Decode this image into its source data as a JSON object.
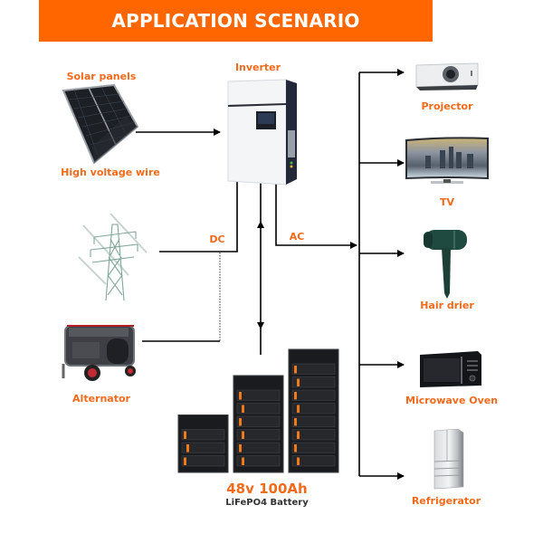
{
  "title": "APPLICATION SCENARIO",
  "colors": {
    "banner": "#ff6600",
    "label": "#f26a1b",
    "line": "#000000"
  },
  "sources": {
    "solar": {
      "label": "Solar panels",
      "sublabel": "High voltage wire",
      "icon": "solar-panel-icon"
    },
    "grid": {
      "icon": "power-tower-icon"
    },
    "alternator": {
      "label": "Alternator",
      "icon": "generator-icon"
    }
  },
  "inverter": {
    "label": "Inverter",
    "icon": "inverter-icon"
  },
  "connections": {
    "dc_label": "DC",
    "ac_label": "AC"
  },
  "battery": {
    "title": "48v 100Ah",
    "subtitle": "LiFePO4 Battery",
    "icon": "battery-rack-icon",
    "cabinets": [
      3,
      6,
      8
    ]
  },
  "loads": [
    {
      "label": "Projector",
      "icon": "projector-icon"
    },
    {
      "label": "TV",
      "icon": "tv-icon"
    },
    {
      "label": "Hair drier",
      "icon": "hair-drier-icon"
    },
    {
      "label": "Microwave Oven",
      "icon": "microwave-icon"
    },
    {
      "label": "Refrigerator",
      "icon": "refrigerator-icon"
    }
  ]
}
